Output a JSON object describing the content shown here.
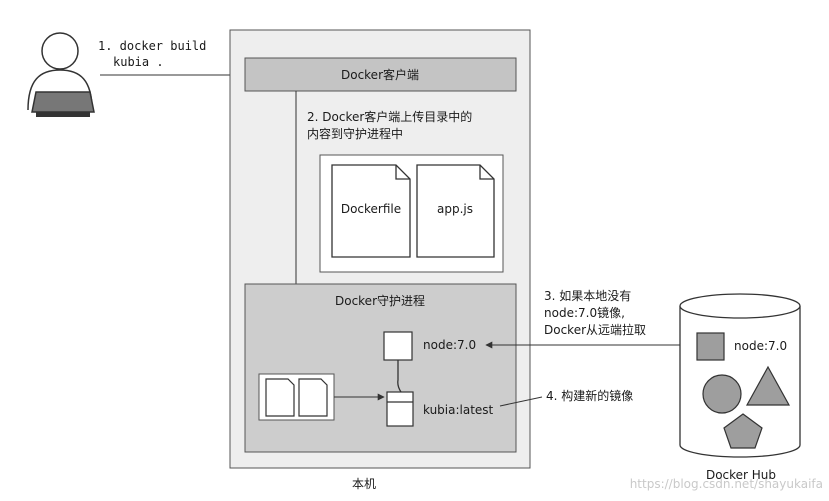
{
  "labels": {
    "step1_line1": "1. docker build",
    "step1_line2": "kubia .",
    "client": "Docker客户端",
    "step2_line1": "2. Docker客户端上传目录中的",
    "step2_line2": "内容到守护进程中",
    "dockerfile": "Dockerfile",
    "appjs": "app.js",
    "daemon": "Docker守护进程",
    "step3_line1": "3. 如果本地没有",
    "step3_line2": "node:7.0镜像,",
    "step3_line3": "Docker从远端拉取",
    "node_local": "node:7.0",
    "kubia_latest": "kubia:latest",
    "step4": "4. 构建新的镜像",
    "node_hub": "node:7.0",
    "hub": "Docker Hub",
    "local_machine": "本机",
    "watermark": "https://blog.csdn.net/shayukaifa"
  },
  "icons": [
    "user-icon",
    "laptop-icon",
    "document-icon",
    "circle-icon",
    "triangle-icon",
    "pentagon-icon",
    "arrow-icon"
  ],
  "colors": {
    "outer_box": "#eeeeee",
    "client_bar": "#c4c4c4",
    "daemon_box": "#cdcdcd",
    "node_square": "#9e9e9e",
    "hub_shapes": "#9e9e9e",
    "stroke": "#333333"
  }
}
